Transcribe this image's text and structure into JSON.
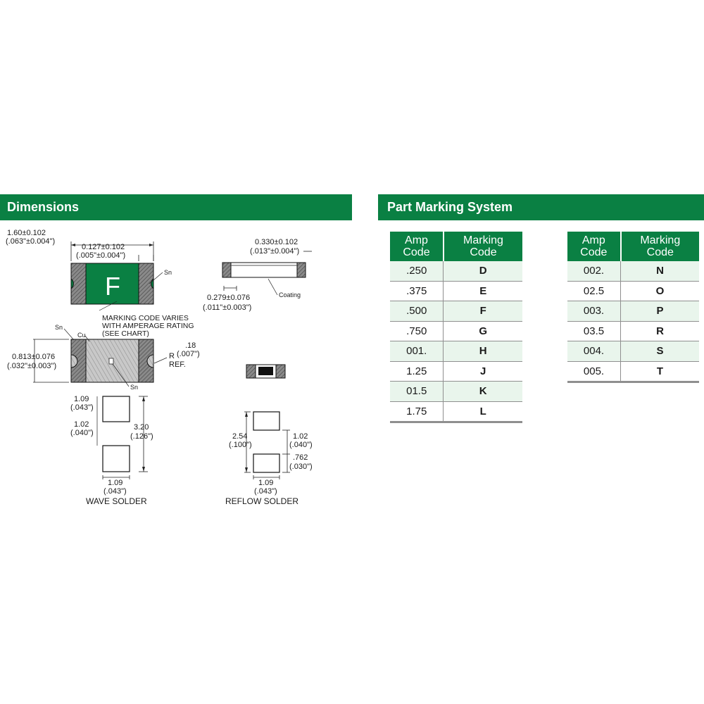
{
  "headers": {
    "dimensions": "Dimensions",
    "part_marking": "Part Marking System"
  },
  "diagram": {
    "len_main": "1.60±0.102",
    "len_main_in": "(.063\"±0.004\")",
    "term_w": "0.127±0.102",
    "term_w_in": "(.005\"±0.004\")",
    "thick": "0.330±0.102",
    "thick_in": "(.013\"±0.004\")",
    "side_term": "0.279±0.076",
    "side_term_in": "(.011\"±0.003\")",
    "coating": "Coating",
    "sn": "Sn",
    "cu": "Cu",
    "mark_letter": "F",
    "note_1": "MARKING CODE VARIES",
    "note_2": "WITH AMPERAGE RATING",
    "note_3": "(SEE CHART)",
    "width": "0.813±0.076",
    "width_in": "(.032\"±0.003\")",
    "radius": ".18",
    "radius_in": "(.007\")",
    "r_label": "R",
    "ref": "REF.",
    "wave": {
      "pad_h": "1.09",
      "pad_h_in": "(.043\")",
      "gap": "1.02",
      "gap_in": "(.040\")",
      "total": "3.20",
      "total_in": "(.126\")",
      "pad_w": "1.09",
      "pad_w_in": "(.043\")",
      "label": "WAVE SOLDER"
    },
    "reflow": {
      "total": "2.54",
      "total_in": "(.100\")",
      "gap": "1.02",
      "gap_in": "(.040\")",
      "pad_h": ".762",
      "pad_h_in": "(.030\")",
      "pad_w": "1.09",
      "pad_w_in": "(.043\")",
      "label": "REFLOW SOLDER"
    }
  },
  "tables": {
    "col_amp_1": "Amp",
    "col_amp_2": "Code",
    "col_mark_1": "Marking",
    "col_mark_2": "Code",
    "left": [
      {
        "amp": ".250",
        "code": "D"
      },
      {
        "amp": ".375",
        "code": "E"
      },
      {
        "amp": ".500",
        "code": "F"
      },
      {
        "amp": ".750",
        "code": "G"
      },
      {
        "amp": "001.",
        "code": "H"
      },
      {
        "amp": "1.25",
        "code": "J"
      },
      {
        "amp": "01.5",
        "code": "K"
      },
      {
        "amp": "1.75",
        "code": "L"
      }
    ],
    "right": [
      {
        "amp": "002.",
        "code": "N"
      },
      {
        "amp": "02.5",
        "code": "O"
      },
      {
        "amp": "003.",
        "code": "P"
      },
      {
        "amp": "03.5",
        "code": "R"
      },
      {
        "amp": "004.",
        "code": "S"
      },
      {
        "amp": "005.",
        "code": "T"
      }
    ]
  },
  "colors": {
    "brand_green": "#0a8043",
    "row_tint": "#e9f5ec",
    "rule_grey": "#8f8f8f"
  }
}
